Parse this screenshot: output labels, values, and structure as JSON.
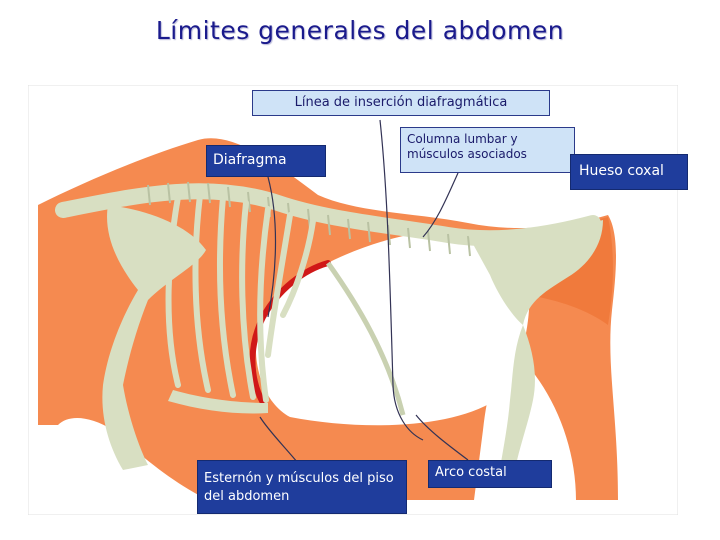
{
  "title": "Límites generales del abdomen",
  "labels": {
    "insercion": "Línea de inserción diafragmática",
    "diafragma": "Diafragma",
    "columna": "Columna lumbar y músculos asociados",
    "coxal": "Hueso coxal",
    "esternon": "Esternón y músculos del piso del abdomen",
    "arco": "Arco costal"
  },
  "colors": {
    "body": "#f58a50",
    "bone": "#d8dfc2",
    "diaphragm": "#d01818",
    "label_light": "#cfe3f7",
    "label_dark": "#1f3d9c",
    "title": "#1a1a8c"
  }
}
